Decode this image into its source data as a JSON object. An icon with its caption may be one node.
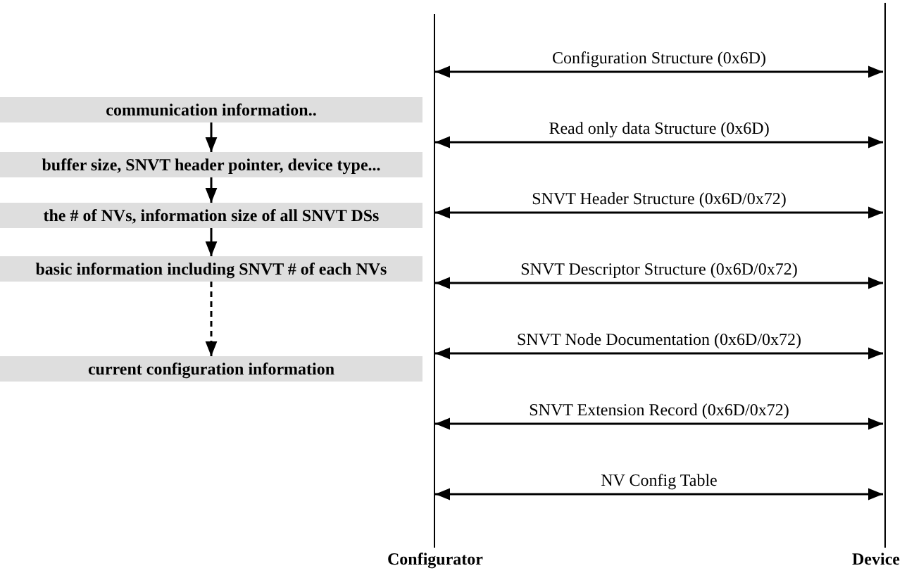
{
  "diagram": {
    "nodes": [
      {
        "text": [
          "communication information.."
        ]
      },
      {
        "text": [
          "buffer size, SNVT header pointer, device type..."
        ]
      },
      {
        "text": [
          "the # of NVs, information size of all SNVT DSs"
        ]
      },
      {
        "text": [
          "basic information including SNVT # of each NVs"
        ]
      },
      {
        "text": [
          "current configuration information"
        ]
      },
      {
        "text": [
          "Configurator"
        ]
      },
      {
        "text": [
          "Device"
        ]
      }
    ],
    "edges": [
      {
        "from": 0,
        "to": 1,
        "arrow": "to"
      },
      {
        "from": 1,
        "to": 2,
        "arrow": "to"
      },
      {
        "from": 2,
        "to": 3,
        "arrow": "to"
      },
      {
        "from": 3,
        "to": 4,
        "arrow": "to",
        "style": "dashed"
      },
      {
        "from": 5,
        "to": 6,
        "arrow": "both",
        "label": "Configuration Structure (0x6D)"
      },
      {
        "from": 5,
        "to": 6,
        "arrow": "both",
        "label": "Read only data Structure (0x6D)"
      },
      {
        "from": 5,
        "to": 6,
        "arrow": "both",
        "label": "SNVT Header Structure (0x6D/0x72)"
      },
      {
        "from": 5,
        "to": 6,
        "arrow": "both",
        "label": "SNVT Descriptor Structure (0x6D/0x72)"
      },
      {
        "from": 5,
        "to": 6,
        "arrow": "both",
        "label": "SNVT Node Documentation (0x6D/0x72)"
      },
      {
        "from": 5,
        "to": 6,
        "arrow": "both",
        "label": "SNVT Extension Record (0x6D/0x72)"
      },
      {
        "from": 5,
        "to": 6,
        "arrow": "both",
        "label": "NV Config Table"
      }
    ]
  }
}
